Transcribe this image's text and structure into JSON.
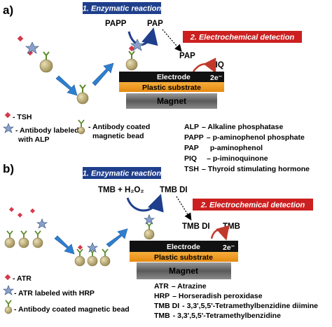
{
  "panel_a": {
    "label": "a)",
    "step1": "1. Enzymatic reaction",
    "step2": "2. Electrochemical detection",
    "substrate": "PAPP",
    "product": "PAP",
    "product_near_electrode": "PAP",
    "oxidized": "PIQ",
    "electrode": "Electrode",
    "electron": "2e⁻",
    "plastic": "Plastic substrate",
    "magnet": "Magnet",
    "legend": [
      {
        "label": "- TSH"
      },
      {
        "label": "- Antibody labeled",
        "label2": "with ALP"
      },
      {
        "label": "- Antibody coated",
        "label2": "magnetic bead"
      }
    ],
    "abbreviations": [
      {
        "term": "ALP",
        "def": "– Alkaline phosphatase"
      },
      {
        "term": "PAPP",
        "def": "– p-aminophenol phosphate"
      },
      {
        "term": "PAP",
        "def": "p-aminophenol"
      },
      {
        "term": "PIQ",
        "def": "– p-iminoquinone"
      },
      {
        "term": "TSH",
        "def": "– Thyroid stimulating hormone"
      }
    ]
  },
  "panel_b": {
    "label": "b)",
    "step1": "1. Enzymatic reaction",
    "step2": "2. Electrochemical detection",
    "substrate": "TMB + H₂O₂",
    "product": "TMB DI",
    "reduced_left": "TMB DI",
    "reduced_right": "TMB",
    "electrode": "Electrode",
    "electron": "2e⁻",
    "plastic": "Plastic substrate",
    "magnet": "Magnet",
    "legend": [
      {
        "label": "- ATR"
      },
      {
        "label": "- ATR labeled with HRP"
      },
      {
        "label": "- Antibody coated magnetic bead"
      }
    ],
    "abbreviations": [
      {
        "term": "ATR",
        "def": "– Atrazine"
      },
      {
        "term": "HRP",
        "def": "– Horseradish peroxidase"
      },
      {
        "term": "TMB DI",
        "def": "- 3,3',5,5'-Tetramethylbenzidine diimine"
      },
      {
        "term": "TMB",
        "def": "- 3,3',5,5'-Tetramethylbenzidine"
      }
    ]
  },
  "colors": {
    "banner_blue": "#1f3f8c",
    "banner_red": "#cc1f1f",
    "electrode_black": "#111111",
    "plastic_orange": "#f39a1b",
    "magnet_gray": "#6f6f6f",
    "arrow_blue": "#2f7fd0",
    "bead_tan": "#b8a670",
    "antibody_green": "#5a8a2a",
    "antigen_red": "#d43a4a"
  }
}
